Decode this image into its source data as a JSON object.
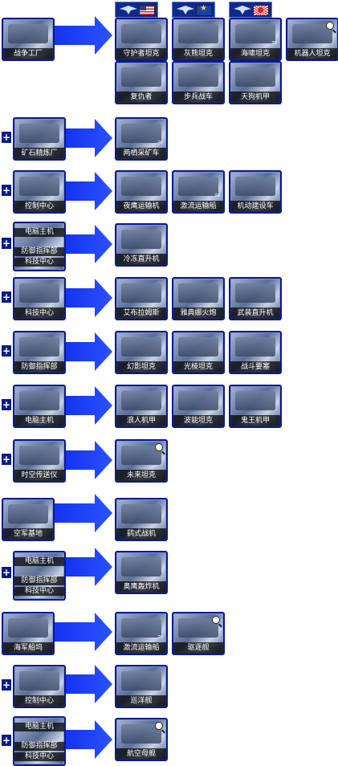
{
  "colors": {
    "arrow": "#1a3df2",
    "card_border": "#0a1a8a",
    "label_bg": "#000000"
  },
  "factions": [
    {
      "name": "allied-usa",
      "flag": "us-flag"
    },
    {
      "name": "allied-eu",
      "flag": "eu-flag"
    },
    {
      "name": "empire-japan",
      "flag": "rising-sun-flag"
    }
  ],
  "rows": [
    {
      "source": {
        "label": "战争工厂"
      },
      "targets": [
        "守护者坦克",
        "灰熊坦克",
        "海啸坦克",
        "机器人坦克",
        "复仇者",
        "步兵战车",
        "天狗机甲"
      ]
    },
    {
      "source": {
        "label": "矿石精炼厂"
      },
      "targets": [
        "两栖采矿车"
      ]
    },
    {
      "source": {
        "label": "控制中心"
      },
      "targets": [
        "夜鹰运输机",
        "激流运输船",
        "机动建设车"
      ]
    },
    {
      "source": {
        "lines": [
          "电脑主机",
          "防御指挥部",
          "科技中心"
        ]
      },
      "targets": [
        "冷冻直升机"
      ]
    },
    {
      "source": {
        "label": "科技中心"
      },
      "targets": [
        "艾布拉姆斯",
        "雅典娜火炮",
        "武装直升机"
      ]
    },
    {
      "source": {
        "label": "防御指挥部"
      },
      "targets": [
        "幻影坦克",
        "光棱坦克",
        "战斗要塞"
      ]
    },
    {
      "source": {
        "label": "电脑主机"
      },
      "targets": [
        "浪人机甲",
        "波能坦克",
        "鬼王机甲"
      ]
    },
    {
      "source": {
        "label": "时空传送仪"
      },
      "targets": [
        "未来坦克"
      ]
    },
    {
      "source": {
        "label": "空军基地"
      },
      "targets": [
        "鹞式战机"
      ]
    },
    {
      "source": {
        "lines": [
          "电脑主机",
          "防御指挥部",
          "科技中心"
        ]
      },
      "targets": [
        "奥鹰轰炸机"
      ]
    },
    {
      "source": {
        "label": "海军船坞"
      },
      "targets": [
        "激流运输船",
        "驱逐舰"
      ]
    },
    {
      "source": {
        "label": "控制中心"
      },
      "targets": [
        "巡洋舰"
      ]
    },
    {
      "source": {
        "lines": [
          "电脑主机",
          "防御指挥部",
          "科技中心"
        ]
      },
      "targets": [
        "航空母舰"
      ]
    }
  ]
}
